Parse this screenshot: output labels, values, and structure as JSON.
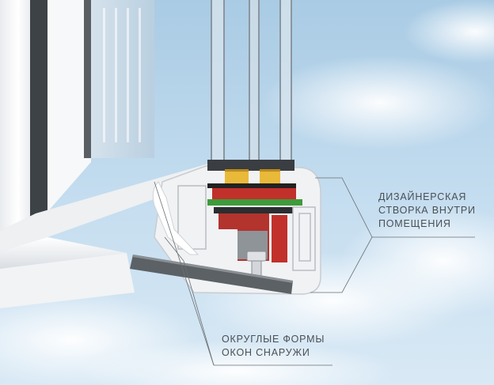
{
  "callouts": {
    "inner_sash": {
      "lines": [
        "ДИЗАЙНЕРСКАЯ",
        "СТВОРКА ВНУТРИ",
        "ПОМЕЩЕНИЯ"
      ]
    },
    "outer_shape": {
      "lines": [
        "ОКРУГЛЫЕ ФОРМЫ",
        "ОКОН СНАРУЖИ"
      ]
    }
  },
  "colors": {
    "sky": "#bcd8ec",
    "frame_white": "#f4f5f6",
    "seal_red": "#c2302b",
    "seal_green": "#3e9b3b",
    "glass_bar_yellow": "#e9b93a",
    "reinforcement_gray": "#8f9499",
    "line_color": "#6a6f74"
  }
}
